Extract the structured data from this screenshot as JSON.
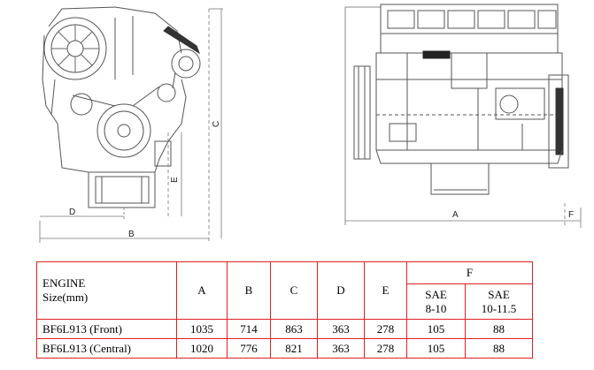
{
  "drawing": {
    "front_view": {
      "dim_labels": {
        "b": "B",
        "c": "C",
        "d": "D",
        "e": "E"
      }
    },
    "side_view": {
      "dim_labels": {
        "a": "A",
        "f": "F"
      }
    }
  },
  "table": {
    "engine_header_line1": "ENGINE",
    "engine_header_line2": "Size(mm)",
    "columns": [
      "A",
      "B",
      "C",
      "D",
      "E"
    ],
    "f_group": "F",
    "f_sub": [
      {
        "line1": "SAE",
        "line2": "8-10"
      },
      {
        "line1": "SAE",
        "line2": "10-11.5"
      }
    ],
    "rows": [
      {
        "engine": "BF6L913 (Front)",
        "values": [
          "1035",
          "714",
          "863",
          "363",
          "278",
          "105",
          "88"
        ]
      },
      {
        "engine": "BF6L913 (Central)",
        "values": [
          "1020",
          "776",
          "821",
          "363",
          "278",
          "105",
          "88"
        ]
      }
    ]
  }
}
